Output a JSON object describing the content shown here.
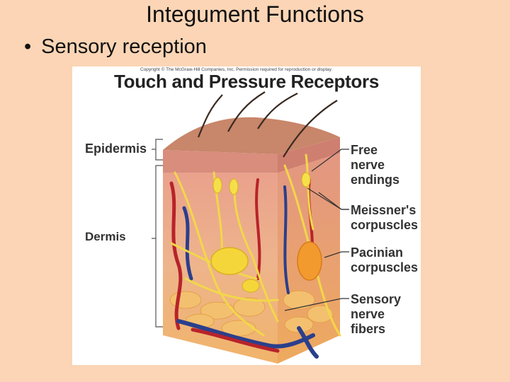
{
  "slide": {
    "title": "Integument Functions",
    "bullet": "Sensory reception"
  },
  "figure": {
    "copyright": "Copyright © The McGraw-Hill Companies, Inc. Permission required for reproduction or display.",
    "title": "Touch and Pressure Receptors",
    "left_labels": {
      "epidermis": "Epidermis",
      "dermis": "Dermis"
    },
    "right_labels": {
      "free_nerve_endings": [
        "Free",
        "nerve",
        "endings"
      ],
      "meissners_corpuscles": [
        "Meissner's",
        "corpuscles"
      ],
      "pacinian_corpuscles": [
        "Pacinian",
        "corpuscles"
      ],
      "sensory_nerve_fibers": [
        "Sensory",
        "nerve",
        "fibers"
      ]
    }
  }
}
